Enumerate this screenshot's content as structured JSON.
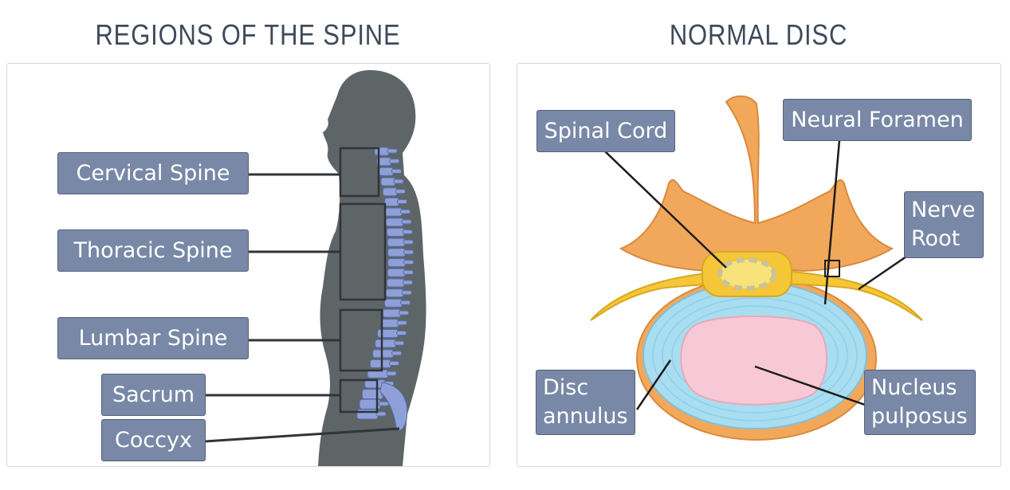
{
  "spine": {
    "title": "REGIONS OF THE SPINE",
    "labels": {
      "cervical": "Cervical Spine",
      "thoracic": "Thoracic Spine",
      "lumbar": "Lumbar Spine",
      "sacrum": "Sacrum",
      "coccyx": "Coccyx"
    }
  },
  "disc": {
    "title": "NORMAL DISC",
    "labels": {
      "spinal_cord": "Spinal Cord",
      "neural_foramen": "Neural Foramen",
      "nerve_root": "Nerve Root",
      "disc_annulus": "Disc annulus",
      "nucleus_pulposus": "Nucleus pulposus"
    }
  },
  "colors": {
    "label_bg": "#7888a6",
    "silhouette": "#5d6567",
    "vertebra": "#8fa0d8",
    "bone": "#f2a85a",
    "nerve": "#f4c638",
    "annulus": "#a9ddf0",
    "nucleus": "#f7c9d6",
    "title": "#3e4a5a"
  }
}
